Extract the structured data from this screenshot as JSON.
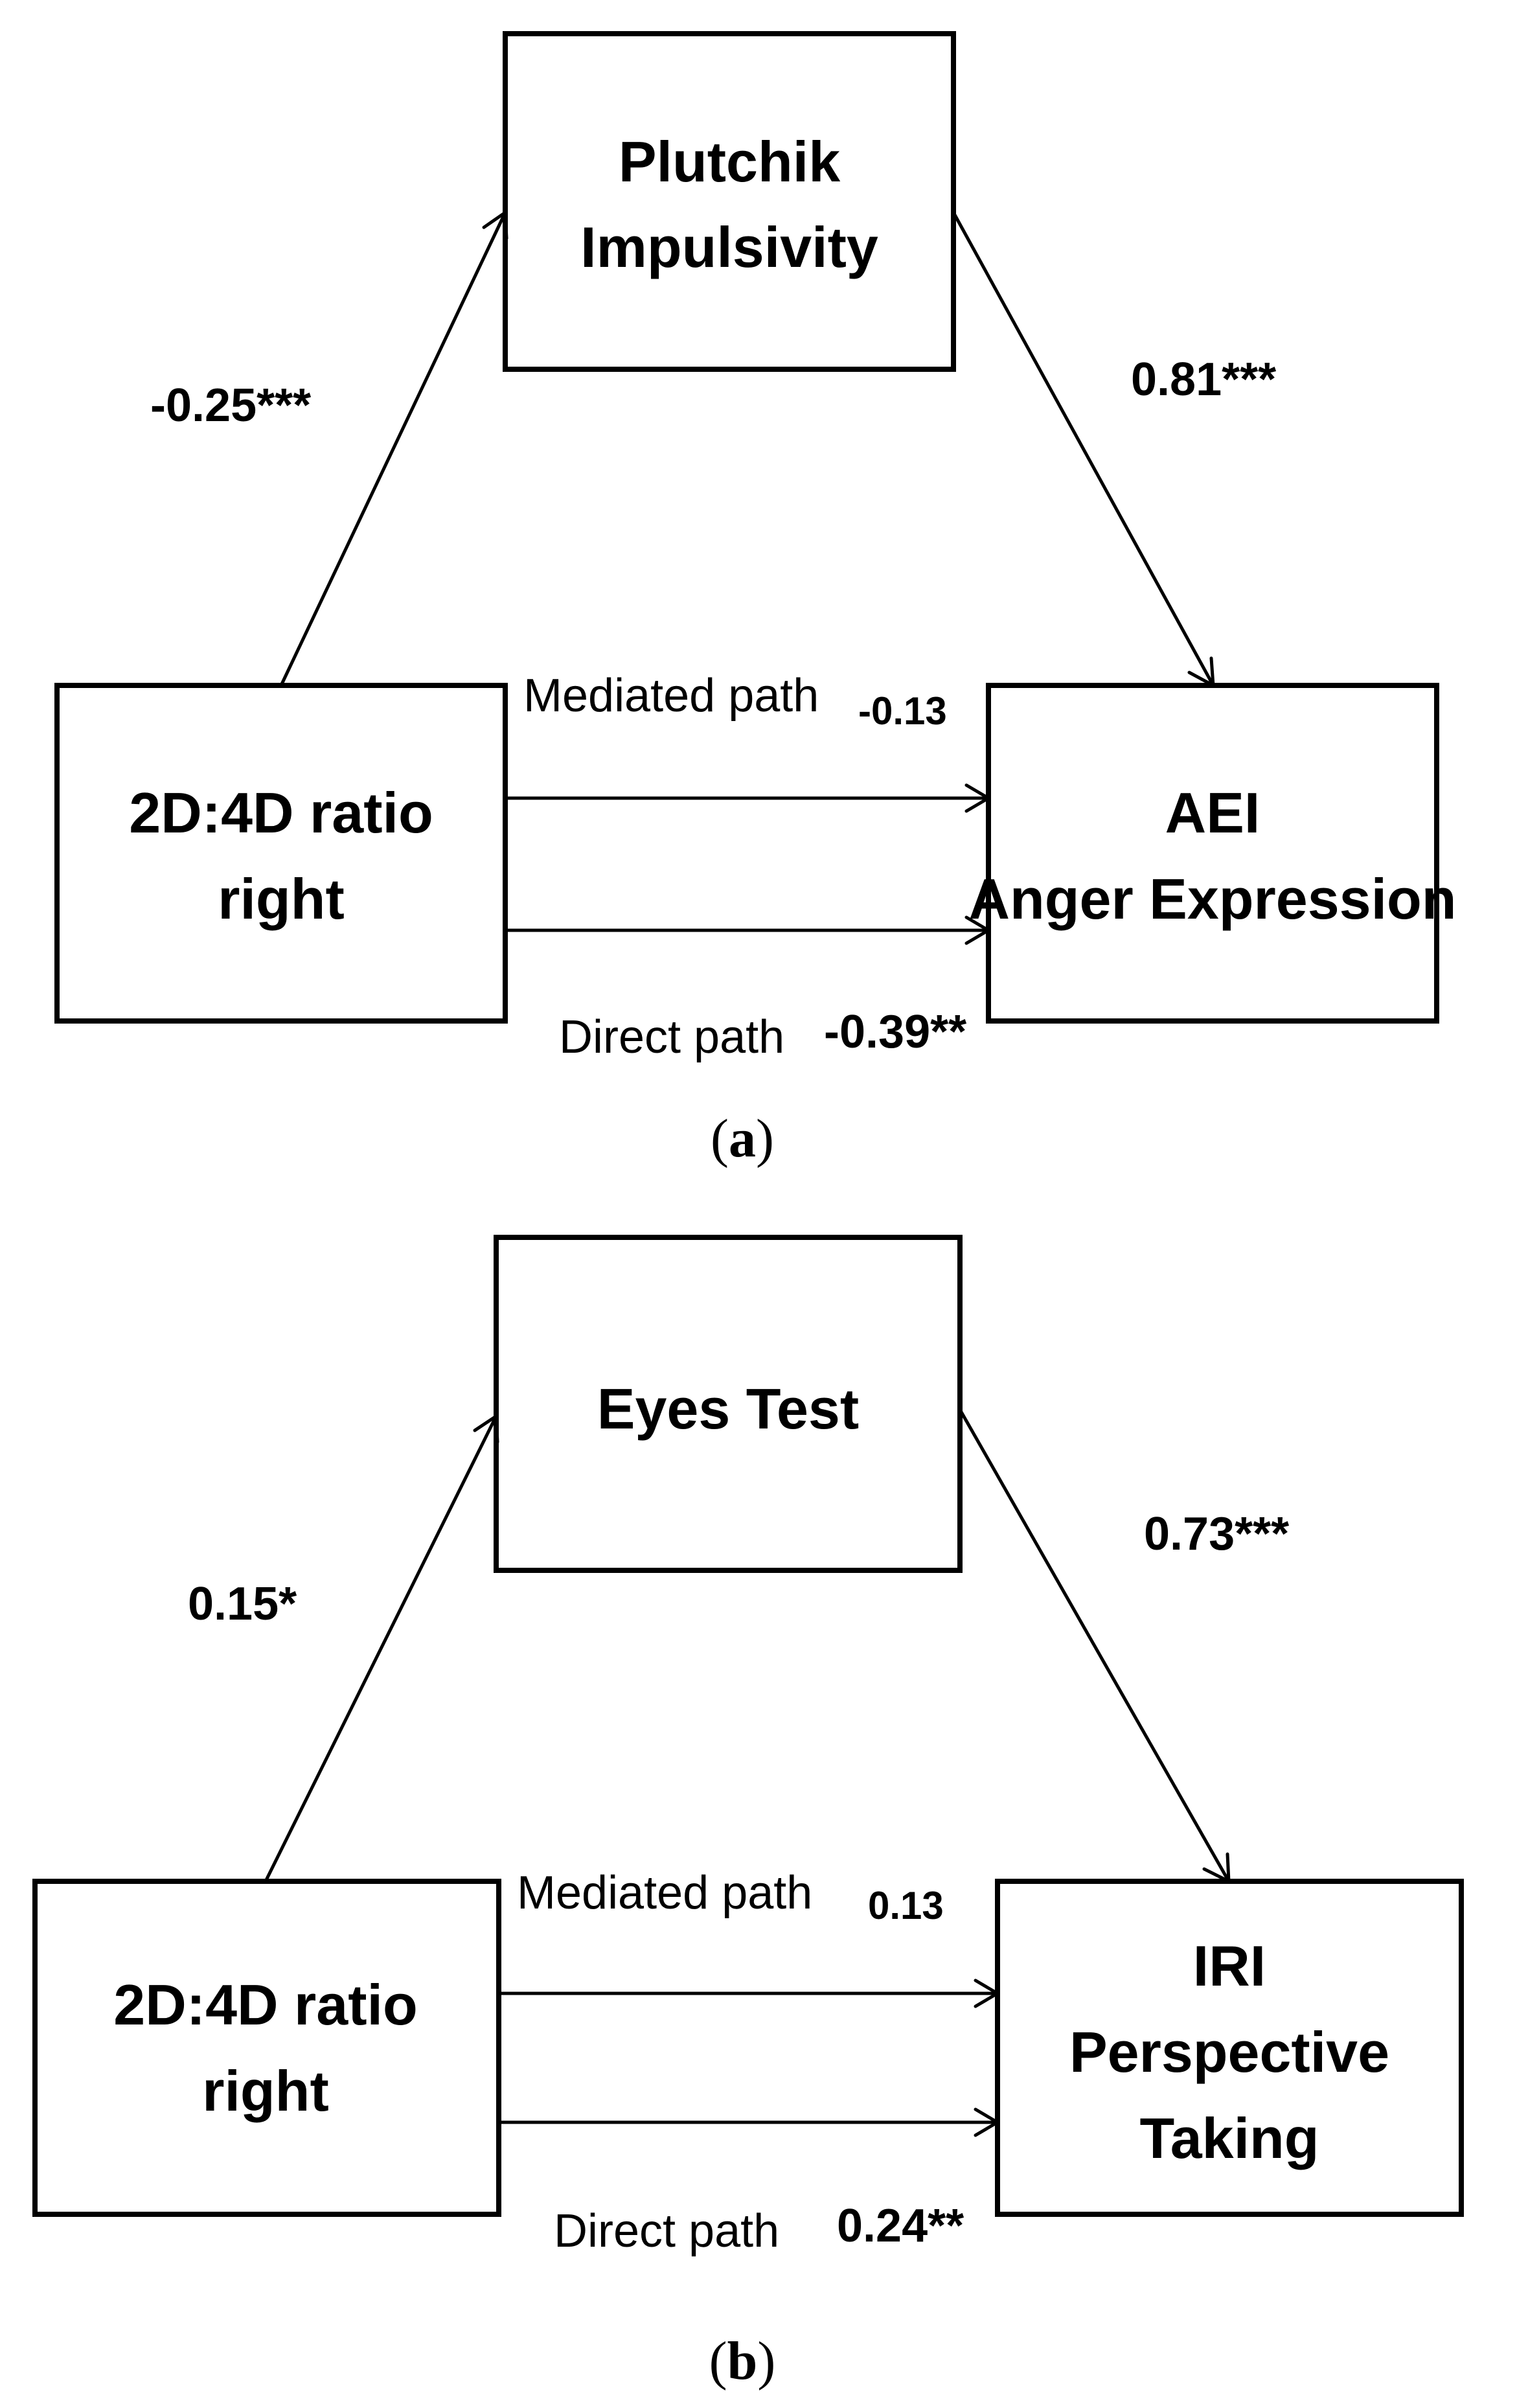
{
  "panel_a": {
    "label_open": "(",
    "label_letter": "a",
    "label_close": ")",
    "top_box": [
      "Plutchik",
      "Impulsivity"
    ],
    "left_box": [
      "2D:4D ratio",
      "right"
    ],
    "right_box": [
      "AEI",
      "Anger Expression"
    ],
    "coef_left": "-0.25***",
    "coef_right": "0.81***",
    "mediated_label": "Mediated path",
    "mediated_value": "-0.13",
    "direct_label": "Direct path",
    "direct_value": "-0.39**"
  },
  "panel_b": {
    "label_open": "(",
    "label_letter": "b",
    "label_close": ")",
    "top_box": [
      "Eyes Test"
    ],
    "left_box": [
      "2D:4D ratio",
      "right"
    ],
    "right_box": [
      "IRI",
      "Perspective",
      "Taking"
    ],
    "coef_left": "0.15*",
    "coef_right": "0.73***",
    "mediated_label": "Mediated path",
    "mediated_value": "0.13",
    "direct_label": "Direct path",
    "direct_value": "0.24**"
  }
}
